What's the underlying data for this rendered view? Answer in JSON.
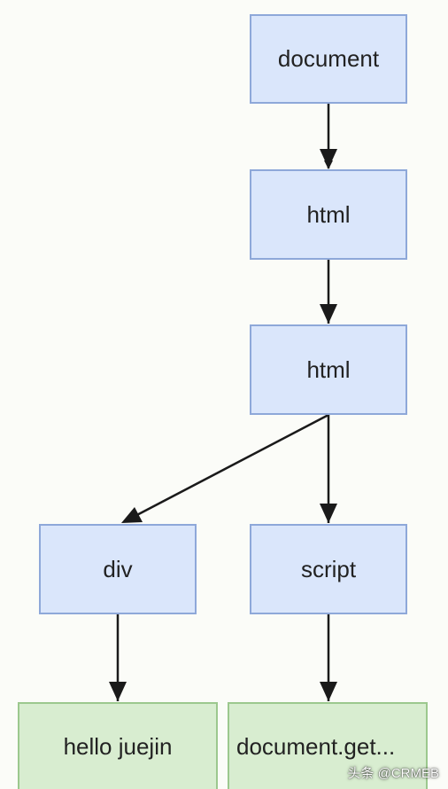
{
  "nodes": {
    "document": "document",
    "html_1": "html",
    "html_2": "html",
    "div": "div",
    "script": "script",
    "hello": "hello juejin",
    "docget": "document.get..."
  },
  "watermark": "头条 @CRMEB",
  "colors": {
    "element_fill": "#dae6fb",
    "element_border": "#8ea8d9",
    "text_fill": "#d8edd0",
    "text_border": "#9cc88e",
    "edge": "#1a1a1a"
  }
}
